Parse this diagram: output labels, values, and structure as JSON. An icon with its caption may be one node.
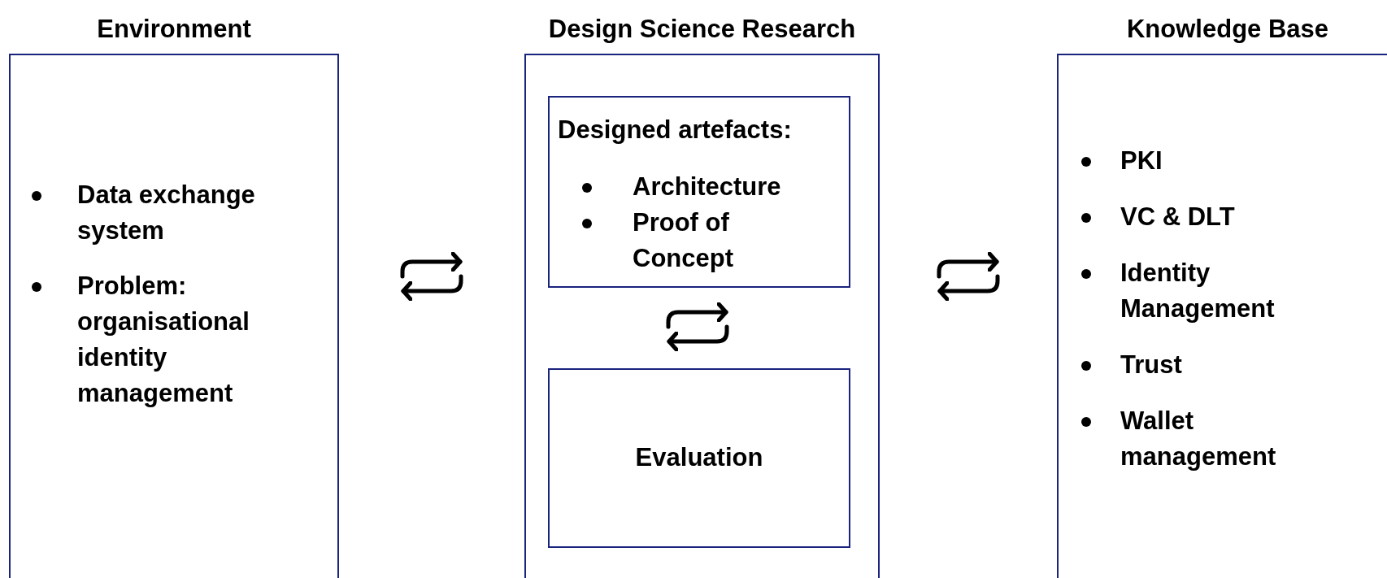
{
  "diagram": {
    "nodes": [
      {
        "text": [
          "Environment",
          "Data exchange system",
          "Problem: organisational identity management"
        ]
      },
      {
        "text": [
          "Design Science Research"
        ]
      },
      {
        "text": [
          "Designed artefacts:",
          "Architecture",
          "Proof of Concept"
        ],
        "in": 1
      },
      {
        "text": [
          "Evaluation"
        ],
        "in": 1
      },
      {
        "text": [
          "Knowledge Base",
          "PKI",
          "VC & DLT",
          "Identity Management",
          "Trust",
          "Wallet management"
        ]
      }
    ],
    "edges": [
      {
        "from": 0,
        "to": 1,
        "arrow": "to"
      },
      {
        "from": 1,
        "to": 0,
        "arrow": "to"
      },
      {
        "from": 1,
        "to": 4,
        "arrow": "to"
      },
      {
        "from": 4,
        "to": 1,
        "arrow": "to"
      }
    ]
  }
}
